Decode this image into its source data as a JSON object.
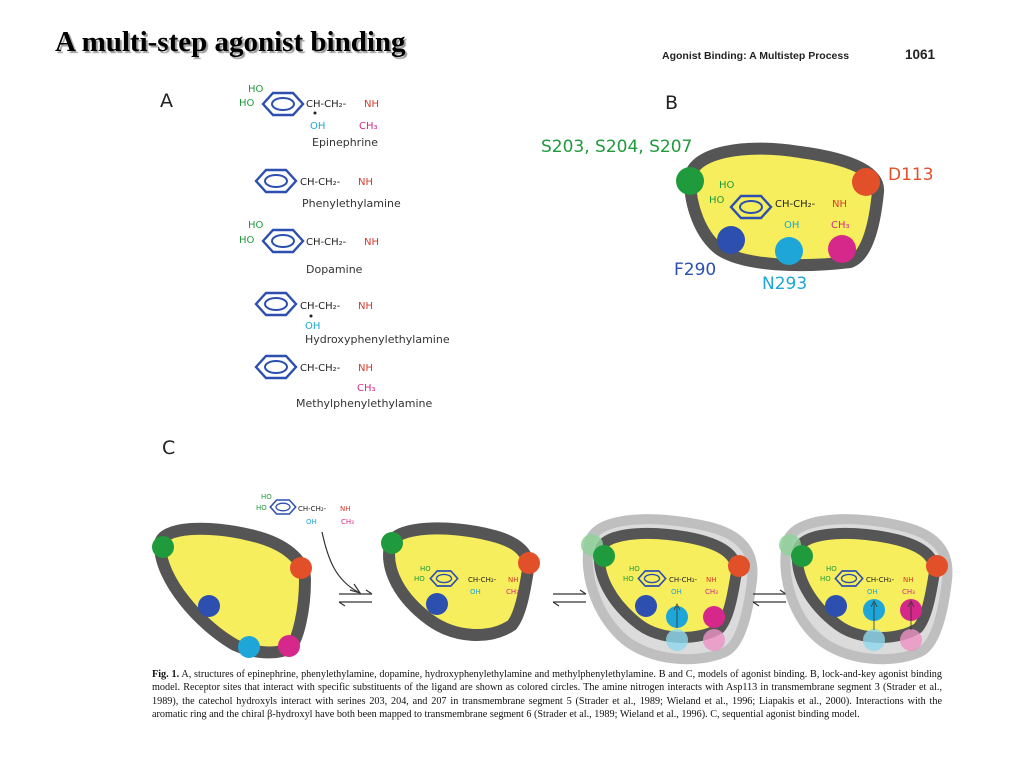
{
  "slide": {
    "title": "A multi-step agonist binding"
  },
  "page_header": {
    "running_head": "Agonist Binding: A Multistep Process",
    "page_number": "1061"
  },
  "panels": {
    "a": "A",
    "b": "B",
    "c": "C"
  },
  "chem": {
    "ho": "HO",
    "oh": "OH",
    "ch3": "CH₃",
    "nh": "NH",
    "chain_full": "CH-CH₂-",
    "chain_short": "CH-CH₂-"
  },
  "compounds": [
    {
      "name": "Epinephrine"
    },
    {
      "name": "Phenylethylamine"
    },
    {
      "name": "Dopamine"
    },
    {
      "name": "Hydroxyphenylethylamine"
    },
    {
      "name": "Methylphenylethylamine"
    }
  ],
  "sites": {
    "serines": "S203, S204, S207",
    "d113": "D113",
    "f290": "F290",
    "n293": "N293"
  },
  "colors": {
    "green": "#1f9a3c",
    "red": "#e2502a",
    "blue": "#2c4fb0",
    "cyan": "#1fa6d8",
    "magenta": "#d6288a",
    "yellow": "#f6ee5c",
    "gray": "#555555"
  },
  "caption": {
    "label": "Fig. 1.",
    "text": "A, structures of epinephrine, phenylethylamine, dopamine, hydroxyphenylethylamine and methylphenylethylamine. B and C, models of agonist binding. B, lock-and-key agonist binding model. Receptor sites that interact with specific substituents of the ligand are shown as colored circles. The amine nitrogen interacts with Asp113 in transmembrane segment 3 (Strader et al., 1989), the catechol hydroxyls interact with serines 203, 204, and 207 in transmembrane segment 5 (Strader et al., 1989; Wieland et al., 1996; Liapakis et al., 2000). Interactions with the aromatic ring and the chiral β-hydroxyl have both been mapped to transmembrane segment 6 (Strader et al., 1989; Wieland et al., 1996). C, sequential agonist binding model."
  }
}
